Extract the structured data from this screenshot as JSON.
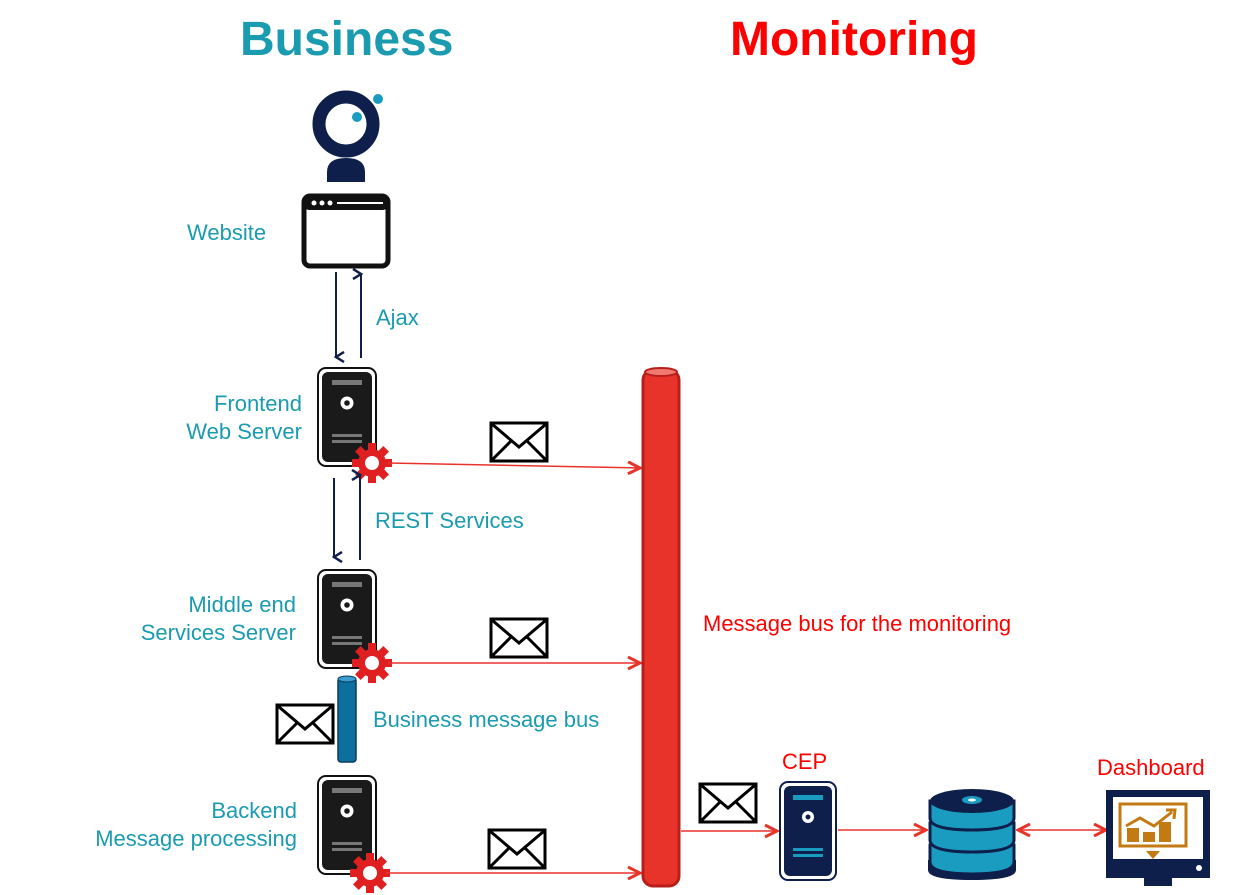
{
  "headings": {
    "business": "Business",
    "monitoring": "Monitoring"
  },
  "business": {
    "user_icon": "user-icon",
    "website": {
      "label": "Website",
      "icon": "browser-window-icon"
    },
    "ajax_label": "Ajax",
    "frontend": {
      "label_line1": "Frontend",
      "label_line2": "Web Server",
      "icon": "server-icon"
    },
    "rest_label": "REST Services",
    "middle": {
      "label_line1": "Middle end",
      "label_line2": "Services Server",
      "icon": "server-icon"
    },
    "business_bus": {
      "label": "Business message bus",
      "icon": "cylinder-bus-icon"
    },
    "backend": {
      "label_line1": "Backend",
      "label_line2": "Message processing",
      "icon": "server-icon"
    }
  },
  "monitoring": {
    "bus_label": "Message bus for the monitoring",
    "cep_label": "CEP",
    "database_icon": "database-icon",
    "dashboard_label": "Dashboard"
  },
  "colors": {
    "business_text": "#1a9bb0",
    "monitoring_text": "#ff0000",
    "navy": "#0d1f4a",
    "bus_red": "#e8332a",
    "arrow_red": "#e8332a",
    "teal": "#1a9bc0",
    "dashboard_chart": "#c47a12"
  }
}
